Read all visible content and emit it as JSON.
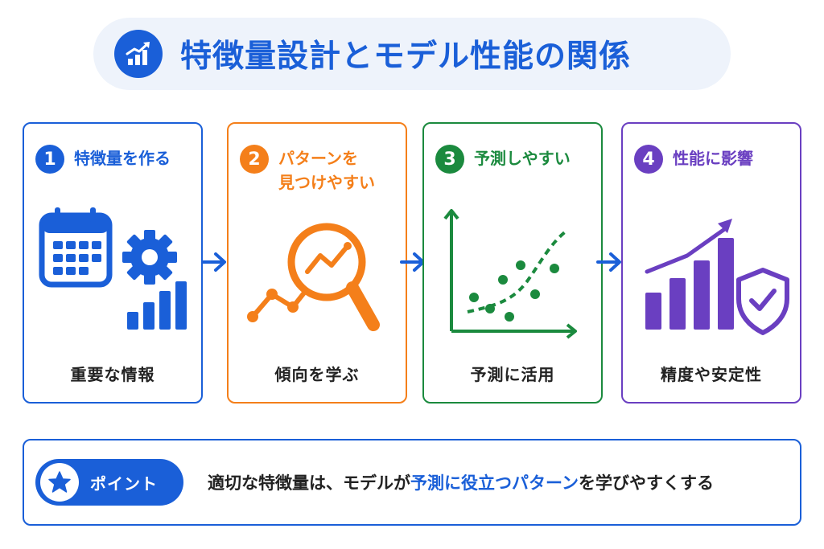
{
  "title": "特徴量設計とモデル性能の関係",
  "colors": {
    "blue": "#1a5fd8",
    "orange": "#f47f1a",
    "green": "#1b8a3e",
    "purple": "#6a3fc1"
  },
  "steps": [
    {
      "number": "1",
      "title": "特徴量を作る",
      "caption": "重要な情報",
      "color": "#1a5fd8"
    },
    {
      "number": "2",
      "title": "パターンを\n見つけやすい",
      "caption": "傾向を学ぶ",
      "color": "#f47f1a"
    },
    {
      "number": "3",
      "title": "予測しやすい",
      "caption": "予測に活用",
      "color": "#1b8a3e"
    },
    {
      "number": "4",
      "title": "性能に影響",
      "caption": "精度や安定性",
      "color": "#6a3fc1"
    }
  ],
  "point": {
    "label": "ポイント",
    "text_before": "適切な特徴量は、モデルが",
    "text_highlight": "予測に役立つパターン",
    "text_after": "を学びやすくする"
  }
}
